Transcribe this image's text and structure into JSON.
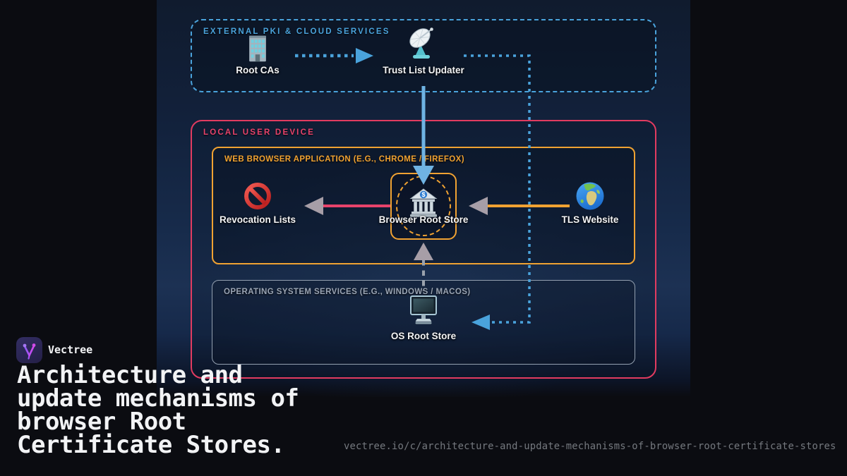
{
  "brand": {
    "name": "Vectree",
    "logo_icon": "vectree-branch-icon"
  },
  "heading": {
    "title": "Architecture and update mechanisms of browser Root Certificate Stores.",
    "lines": [
      "Architecture and",
      "update mechanisms of",
      "browser Root",
      "Certificate Stores."
    ]
  },
  "footer": {
    "url": "vectree.io/c/architecture-and-update-mechanisms-of-browser-root-certificate-stores"
  },
  "diagram": {
    "groups": {
      "external": {
        "label": "EXTERNAL PKI & CLOUD SERVICES",
        "border_color": "#4aa3dc",
        "border_style": "dashed"
      },
      "local": {
        "label": "LOCAL USER DEVICE",
        "border_color": "#e23b60",
        "border_style": "solid"
      },
      "browser": {
        "label": "WEB BROWSER APPLICATION (E.G., CHROME / FIREFOX)",
        "border_color": "#f0a232",
        "border_style": "solid"
      },
      "os": {
        "label": "OPERATING SYSTEM SERVICES (E.G., WINDOWS / MACOS)",
        "border_color": "#97a3b4",
        "border_style": "solid"
      }
    },
    "nodes": {
      "root_cas": {
        "label": "Root CAs",
        "icon": "office-building-icon",
        "group": "external"
      },
      "trust_list_updater": {
        "label": "Trust List Updater",
        "icon": "satellite-dish-icon",
        "group": "external"
      },
      "revocation_lists": {
        "label": "Revocation Lists",
        "icon": "prohibited-icon",
        "group": "browser"
      },
      "browser_root_store": {
        "label": "Browser Root Store",
        "icon": "bank-icon",
        "badge_glyph": "$",
        "group": "browser",
        "highlighted": true
      },
      "tls_website": {
        "label": "TLS Website",
        "icon": "globe-icon",
        "group": "browser"
      },
      "os_root_store": {
        "label": "OS Root Store",
        "icon": "desktop-computer-icon",
        "group": "os"
      }
    },
    "edges": [
      {
        "from": "root_cas",
        "to": "trust_list_updater",
        "style": "dotted",
        "color": "#4aa3dc"
      },
      {
        "from": "trust_list_updater",
        "to": "browser_root_store",
        "style": "solid",
        "color": "#6fb3e3"
      },
      {
        "from": "trust_list_updater",
        "to": "os_root_store",
        "style": "dotted",
        "color": "#4aa3dc"
      },
      {
        "from": "browser_root_store",
        "to": "revocation_lists",
        "style": "solid",
        "color": "#e8436b"
      },
      {
        "from": "tls_website",
        "to": "browser_root_store",
        "style": "solid",
        "color": "#f0a232"
      },
      {
        "from": "os_root_store",
        "to": "browser_root_store",
        "style": "dashed",
        "color": "#9aa2ad"
      }
    ]
  },
  "colors": {
    "page_background": "#0b0c11",
    "panel_top": "#101b2e",
    "panel_mid": "#1c3153",
    "neutral_arrowhead": "#a79ea7",
    "update_arrow_blue": "#6fb3e3",
    "dotted_blue": "#4aa3dc",
    "pink_accent": "#e8436b",
    "orange_accent": "#f0a232",
    "bank_badge_blue": "#2e7dd2",
    "logo_bg": "#2a2753",
    "logo_gradient_start": "#8b5cf6",
    "logo_gradient_end": "#d946ef"
  }
}
